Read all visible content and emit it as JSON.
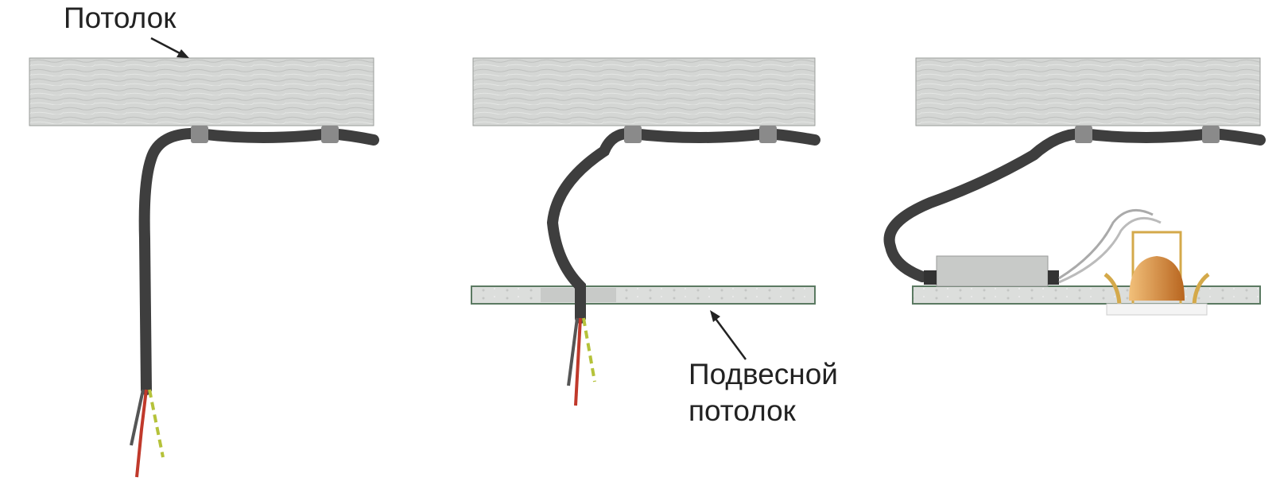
{
  "labels": {
    "ceiling": "Потолок",
    "suspended_ceiling_line1": "Подвесной",
    "suspended_ceiling_line2": "потолок"
  },
  "colors": {
    "concrete": "#d4d6d4",
    "cable": "#4a4a4a",
    "clip": "#8a8a8a",
    "panel_edge": "#5b7a62",
    "wire_red": "#c0392b",
    "wire_yellow_green": "#b5c23a",
    "lamp": "#d98a3a"
  }
}
